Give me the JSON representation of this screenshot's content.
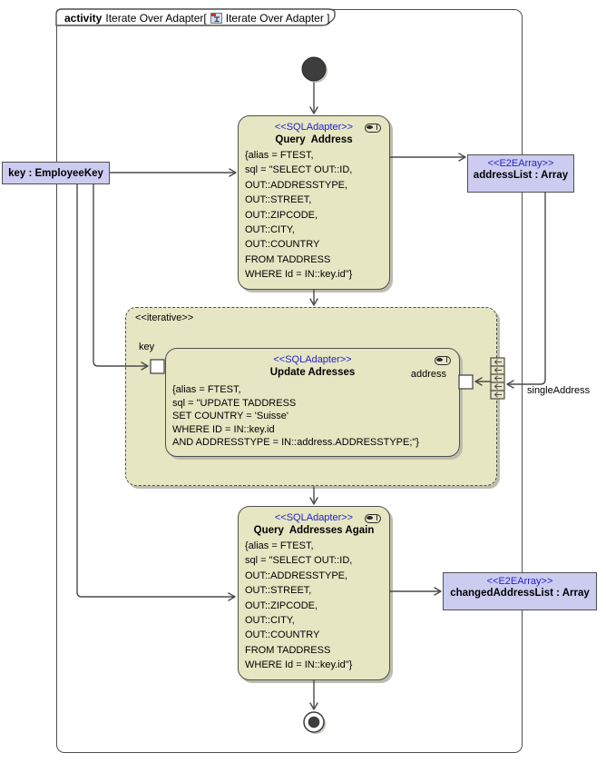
{
  "frame": {
    "keyword": "activity",
    "title_before_icon": "Iterate Over Adapter[",
    "title_after_icon": "Iterate Over Adapter ]"
  },
  "nodes": {
    "query_address": {
      "stereotype": "<<SQLAdapter>>",
      "title": "Query  Address",
      "body": "{alias = FTEST,\nsql = \"SELECT OUT::ID,\nOUT::ADDRESSTYPE,\nOUT::STREET,\nOUT::ZIPCODE,\nOUT::CITY,\nOUT::COUNTRY\nFROM TADDRESS\nWHERE Id = IN::key.id\"}"
    },
    "update_addresses": {
      "stereotype": "<<SQLAdapter>>",
      "title": "Update Adresses",
      "body": "{alias = FTEST,\nsql = \"UPDATE TADDRESS\nSET COUNTRY = 'Suisse'\nWHERE ID = IN::key.id\nAND ADDRESSTYPE = IN::address.ADDRESSTYPE;\"}"
    },
    "query_again": {
      "stereotype": "<<SQLAdapter>>",
      "title": "Query  Addresses Again",
      "body": "{alias = FTEST,\nsql = \"SELECT OUT::ID,\nOUT::ADDRESSTYPE,\nOUT::STREET,\nOUT::ZIPCODE,\nOUT::CITY,\nOUT::COUNTRY\nFROM TADDRESS\nWHERE Id = IN::key.id\"}"
    }
  },
  "region": {
    "stereotype": "<<iterative>>"
  },
  "objects": {
    "key_employee": {
      "label": "key : EmployeeKey"
    },
    "address_list": {
      "stereotype": "<<E2EArray>>",
      "label": "addressList : Array"
    },
    "changed_address_list": {
      "stereotype": "<<E2EArray>>",
      "label": "changedAddressList : Array"
    }
  },
  "pins": {
    "key_label": "key",
    "address_label": "address"
  },
  "edge_labels": {
    "single_address": "singleAddress"
  },
  "colors": {
    "node_fill": "#e6e6c3",
    "object_fill": "#ccccf1",
    "stereotype_text": "#2323cc",
    "line": "#4a4a4a"
  }
}
